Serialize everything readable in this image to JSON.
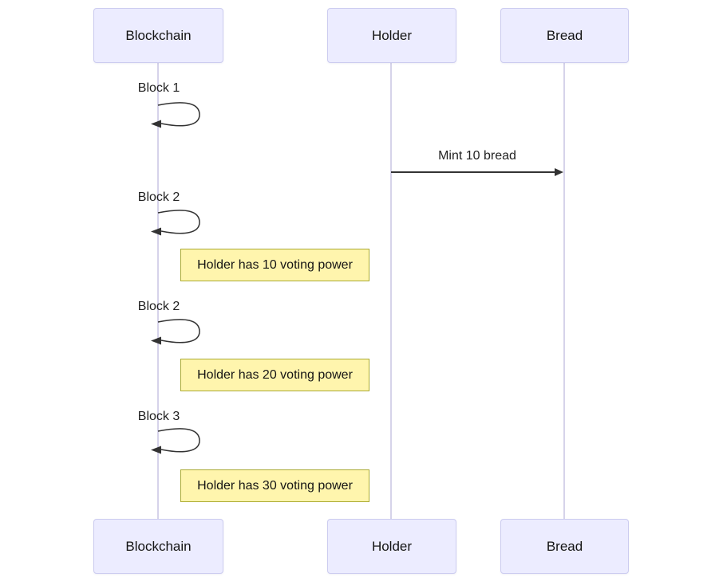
{
  "diagram": {
    "type": "sequence-diagram",
    "actors": [
      {
        "id": "blockchain",
        "label": "Blockchain"
      },
      {
        "id": "holder",
        "label": "Holder"
      },
      {
        "id": "bread",
        "label": "Bread"
      }
    ],
    "self_messages": [
      {
        "actor": "Blockchain",
        "label": "Block 1"
      },
      {
        "actor": "Blockchain",
        "label": "Block 2"
      },
      {
        "actor": "Blockchain",
        "label": "Block 2"
      },
      {
        "actor": "Blockchain",
        "label": "Block 3"
      }
    ],
    "messages": [
      {
        "from": "Holder",
        "to": "Bread",
        "label": "Mint 10 bread",
        "arrow": "solid-filled-head"
      }
    ],
    "notes": [
      {
        "position": "right of Blockchain",
        "text": "Holder has 10 voting power"
      },
      {
        "position": "right of Blockchain",
        "text": "Holder has 20 voting power"
      },
      {
        "position": "right of Blockchain",
        "text": "Holder has 30 voting power"
      }
    ],
    "colors": {
      "actor_fill": "#ececff",
      "actor_border": "#ccccf0",
      "note_fill": "#fff5ad",
      "note_border": "#aaaa33",
      "lifeline": "#d6d3ea",
      "message": "#333333"
    }
  }
}
